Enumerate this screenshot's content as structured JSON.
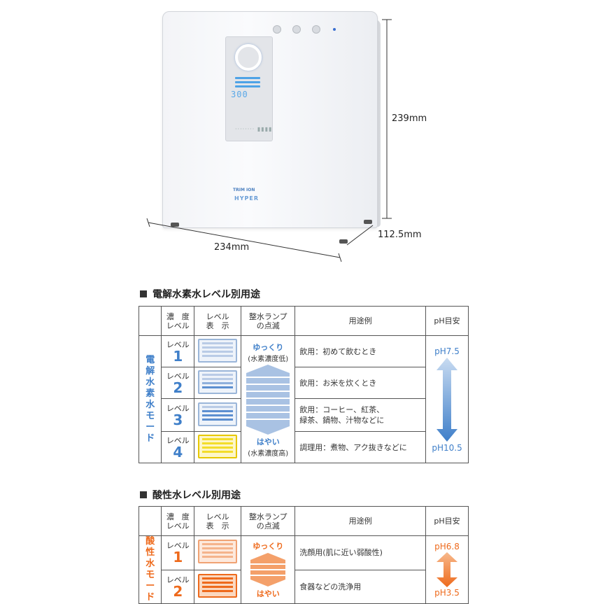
{
  "product": {
    "display_value": "300",
    "brand_line1": "TRIM ION",
    "brand_line2": "HYPER",
    "dim_height": "239mm",
    "dim_width": "234mm",
    "dim_depth": "112.5mm"
  },
  "table1": {
    "title": "電解水素水レベル別用途",
    "mode_label": [
      "電",
      "解",
      "水",
      "素",
      "水",
      "モ",
      "ー",
      "ド"
    ],
    "headers": {
      "level": [
        "濃　度",
        "レベル"
      ],
      "display": [
        "レベル",
        "表　示"
      ],
      "lamp": [
        "整水ランプ",
        "の点滅"
      ],
      "use": "用途例",
      "ph": "pH目安"
    },
    "rows": [
      {
        "level_label": "レベル",
        "level_num": "1",
        "use": [
          "飲用：初めて飲むとき"
        ]
      },
      {
        "level_label": "レベル",
        "level_num": "2",
        "use": [
          "飲用：お米を炊くとき"
        ]
      },
      {
        "level_label": "レベル",
        "level_num": "3",
        "use": [
          "飲用：コーヒー、紅茶、",
          "緑茶、鍋物、汁物などに"
        ]
      },
      {
        "level_label": "レベル",
        "level_num": "4",
        "use": [
          "調理用：煮物、アク抜きなどに"
        ]
      }
    ],
    "lamp_top": "ゆっくり",
    "lamp_top_sub": "(水素濃度低)",
    "lamp_bottom": "はやい",
    "lamp_bottom_sub": "(水素濃度高)",
    "ph_top": "pH7.5",
    "ph_bottom": "pH10.5"
  },
  "table2": {
    "title": "酸性水レベル別用途",
    "mode_label": [
      "酸",
      "性",
      "水",
      "モ",
      "ー",
      "ド"
    ],
    "headers": {
      "level": [
        "濃　度",
        "レベル"
      ],
      "display": [
        "レベル",
        "表　示"
      ],
      "lamp": [
        "整水ランプ",
        "の点滅"
      ],
      "use": "用途例",
      "ph": "pH目安"
    },
    "rows": [
      {
        "level_label": "レベル",
        "level_num": "1",
        "use": [
          "洗顔用(肌に近い弱酸性)"
        ]
      },
      {
        "level_label": "レベル",
        "level_num": "2",
        "use": [
          "食器などの洗浄用"
        ]
      }
    ],
    "lamp_top": "ゆっくり",
    "lamp_bottom": "はやい",
    "ph_top": "pH6.8",
    "ph_bottom": "pH3.5"
  },
  "colors": {
    "blue": "#3f7fc9",
    "orange": "#ee6a1c",
    "yellow": "#f3dd2a"
  }
}
